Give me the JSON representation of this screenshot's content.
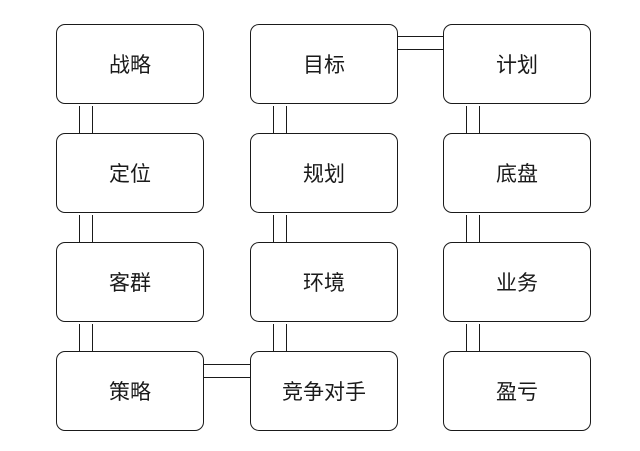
{
  "nodes": {
    "strategy": "战略",
    "goal": "目标",
    "plan": "计划",
    "positioning": "定位",
    "planning": "规划",
    "baseline": "底盘",
    "customer_group": "客群",
    "environment": "环境",
    "business": "业务",
    "tactics": "策略",
    "competitors": "竞争对手",
    "profit_loss": "盈亏"
  }
}
